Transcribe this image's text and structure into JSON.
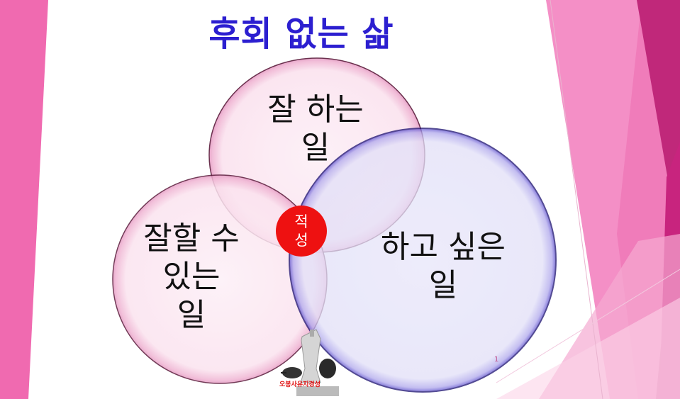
{
  "slide": {
    "title": "후회 없는 삶",
    "page_number": "1",
    "colors": {
      "title": "#2c1fd0",
      "left_band": "#f06ab0",
      "right_band_dark": "#c0287a",
      "right_band_light": "#f08fc4",
      "pink_circle_fill": "#fbe6f1",
      "pink_circle_stroke": "#5a1a3a",
      "blue_circle_fill": "#e4e2f8",
      "blue_circle_stroke": "#1a0f70",
      "badge": "#ee1111"
    }
  },
  "venn": {
    "circles": [
      {
        "id": "top",
        "label_line1": "잘 하는",
        "label_line2": "일"
      },
      {
        "id": "left",
        "label_line1": "잘할 수",
        "label_line2": "있는",
        "label_line3": "일"
      },
      {
        "id": "right",
        "label_line1": "하고 싶은",
        "label_line2": "일"
      }
    ],
    "center_badge": {
      "line1": "적",
      "line2": "성"
    }
  },
  "logo": {
    "caption": "오봉사유지경성",
    "icon": "chess-pieces-icon"
  }
}
